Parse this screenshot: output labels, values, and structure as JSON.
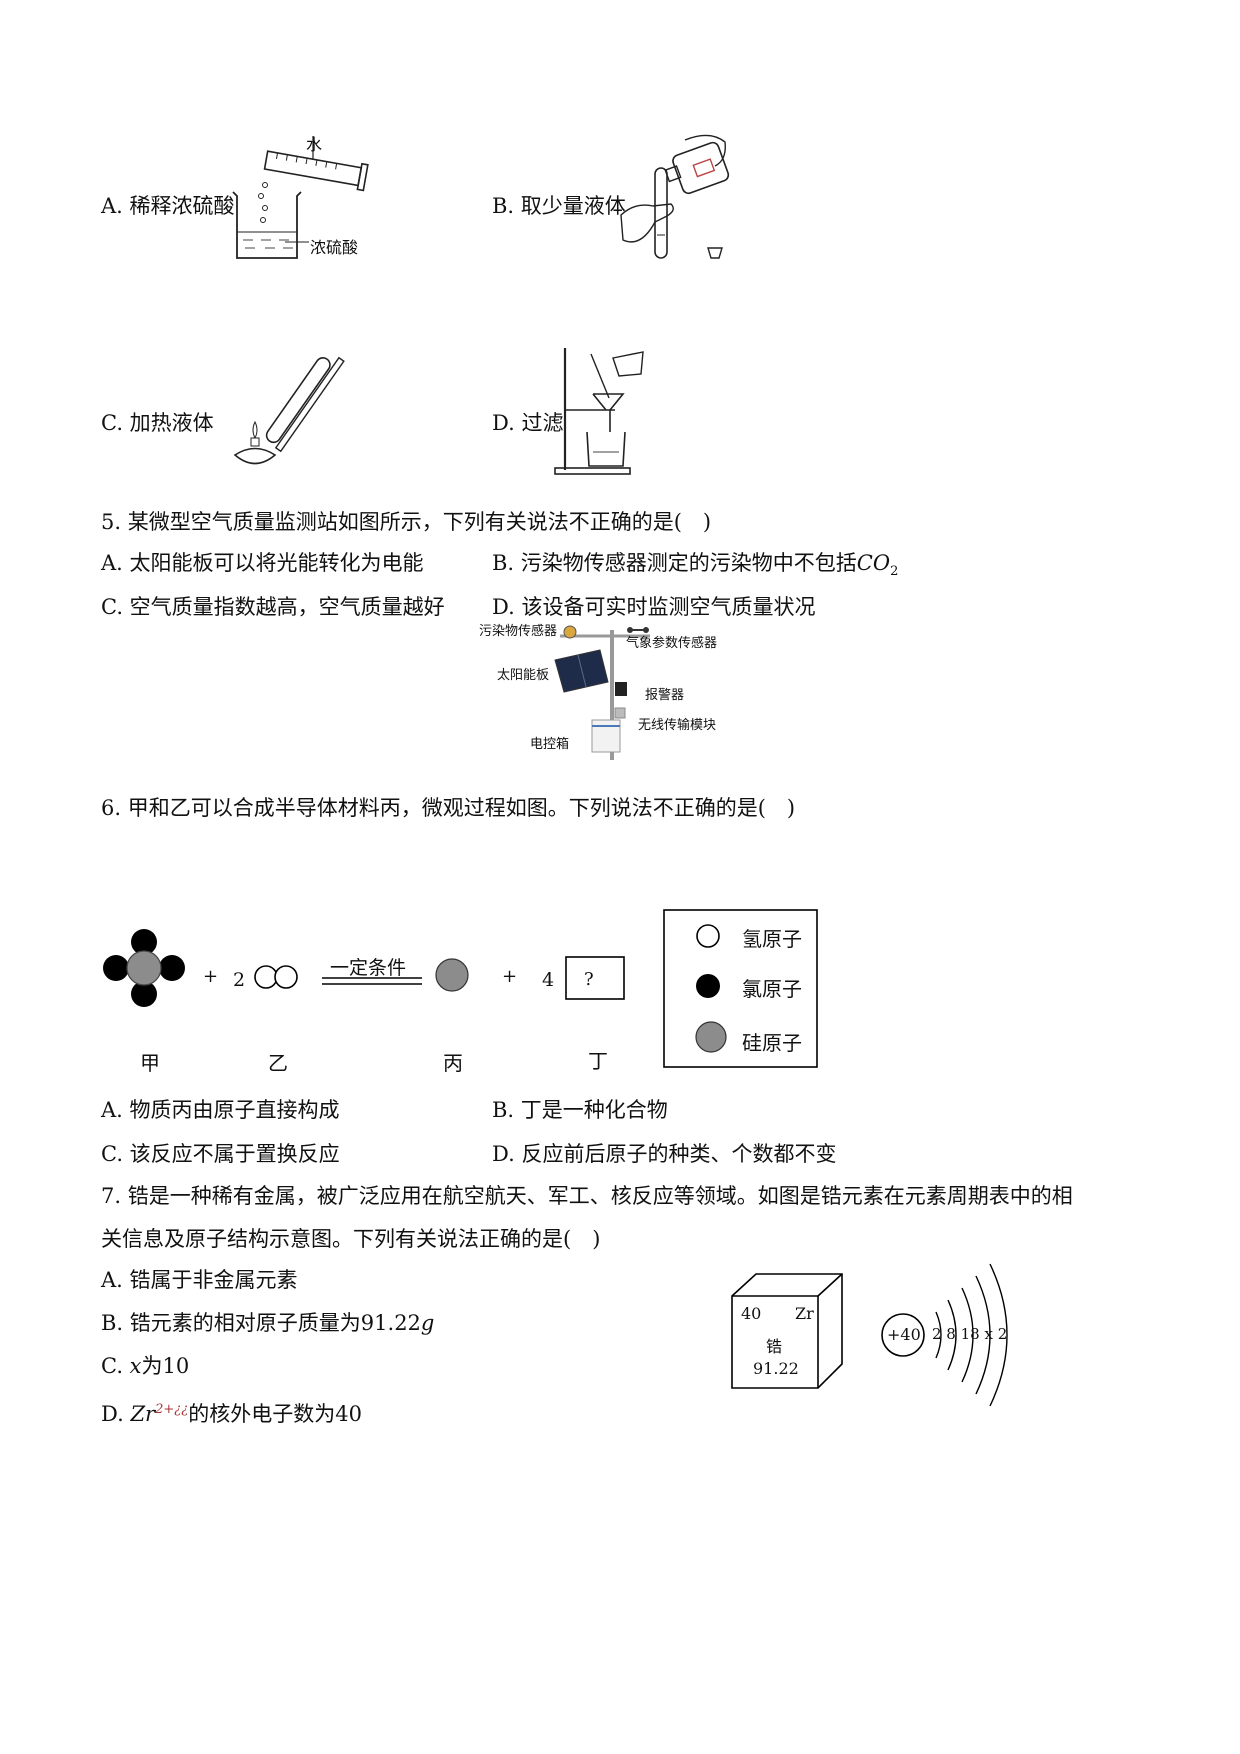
{
  "q4_options": {
    "A": {
      "label": "A. 稀释浓硫酸",
      "fig_water": "水",
      "fig_acid": "浓硫酸"
    },
    "B": {
      "label": "B. 取少量液体"
    },
    "C": {
      "label": "C. 加热液体"
    },
    "D": {
      "label": "D. 过滤"
    }
  },
  "q5": {
    "stem": "5. 某微型空气质量监测站如图所示，下列有关说法不正确的是(　)",
    "A": "A. 太阳能板可以将光能转化为电能",
    "B_prefix": "B. 污染物传感器测定的污染物中不包括",
    "B_formula": "CO",
    "B_sub": "2",
    "C": "C. 空气质量指数越高，空气质量越好",
    "D": "D. 该设备可实时监测空气质量状况",
    "fig": {
      "pollutant_sensor": "污染物传感器",
      "weather_sensor": "气象参数传感器",
      "solar_panel": "太阳能板",
      "alarm": "报警器",
      "wireless": "无线传输模块",
      "control_box": "电控箱"
    }
  },
  "q6": {
    "stem": "6. 甲和乙可以合成半导体材料丙，微观过程如图。下列说法不正确的是(　)",
    "A": "A. 物质丙由原子直接构成",
    "B": "B. 丁是一种化合物",
    "C": "C. 该反应不属于置换反应",
    "D": "D. 反应前后原子的种类、个数都不变",
    "fig": {
      "plus": "+",
      "coef_b": "2",
      "condition": "一定条件",
      "coef_d": "4",
      "unknown": "?",
      "name_jia": "甲",
      "name_yi": "乙",
      "name_bing": "丙",
      "name_ding": "丁",
      "legend_h": "氢原子",
      "legend_cl": "氯原子",
      "legend_si": "硅原子"
    }
  },
  "q7": {
    "stem1": "7. 锆是一种稀有金属，被广泛应用在航空航天、军工、核反应等领域。如图是锆元素在元素周期表中的相",
    "stem2": "关信息及原子结构示意图。下列有关说法正确的是(　)",
    "A": "A. 锆属于非金属元素",
    "B_prefix": "B. 锆元素的相对原子质量为",
    "B_value": "91.22",
    "B_unit": "g",
    "C_prefix": "C. ",
    "C_var": "x",
    "C_suffix": "为10",
    "D_prefix": "D. ",
    "D_formula": "Zr",
    "D_sup": "2+¿¿",
    "D_suffix": "的核外电子数为40",
    "fig": {
      "number": "40",
      "symbol": "Zr",
      "name": "锆",
      "mass": "91.22",
      "nucleus": "+40",
      "shells": "2 8 18 x 2"
    }
  }
}
